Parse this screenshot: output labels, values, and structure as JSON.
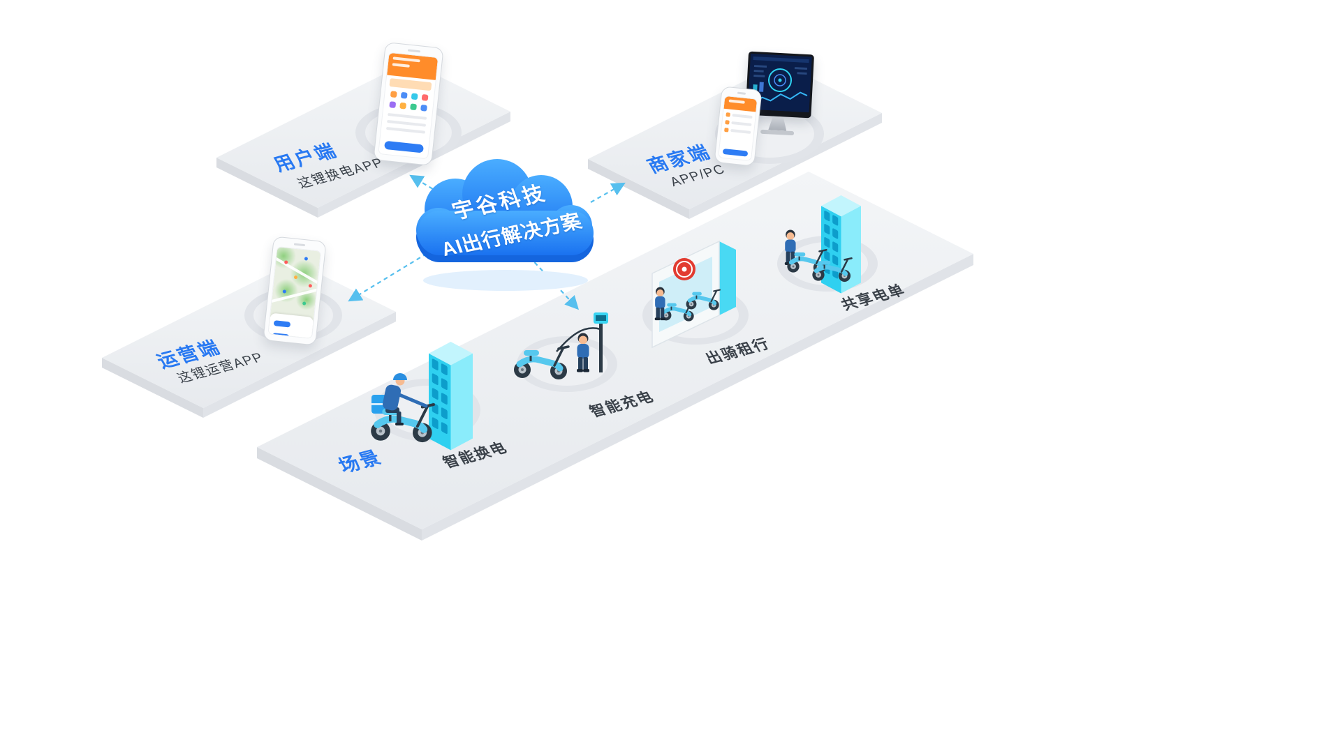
{
  "cloud": {
    "line1": "宇谷科技",
    "line2": "AI出行解决方案"
  },
  "platforms": {
    "user": {
      "title": "用户端",
      "subtitle": "这锂换电APP"
    },
    "merchant": {
      "title": "商家端",
      "subtitle": "APP/PC"
    },
    "operator": {
      "title": "运营端",
      "subtitle": "这锂运营APP"
    },
    "scenes": {
      "title": "场景"
    }
  },
  "scenes": {
    "swap": {
      "label": "智能换电"
    },
    "charge": {
      "label": "智能充电"
    },
    "rental": {
      "label": "出骑租行"
    },
    "shared": {
      "label": "共享电单"
    }
  },
  "colors": {
    "accent_blue": "#2879f2",
    "cloud_top": "#4aadff",
    "cloud_bottom": "#1a72f0",
    "cabinet_cyan": "#2fd0f0",
    "arrow_blue": "#56bfee",
    "platform_gray": "#edeff2",
    "text_dark": "#3b424a",
    "app_orange": "#ff8c2a"
  }
}
